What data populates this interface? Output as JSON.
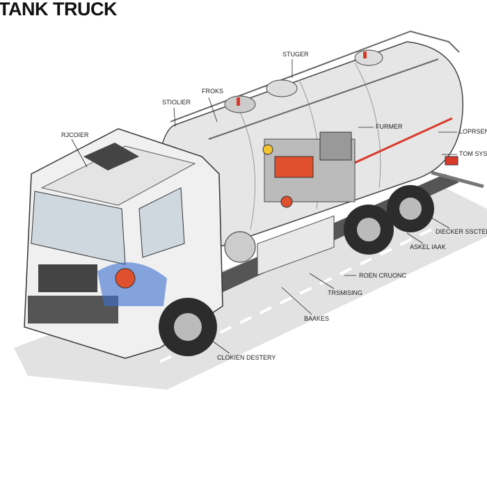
{
  "title": "TANK TRUCK",
  "colors": {
    "tank": "#e4e4e4",
    "cab": "#f0f0f0",
    "accent": "#d83a2a",
    "engine": "#e0502e",
    "dark": "#333333",
    "road": "#dcdcdc",
    "coolant": "#3c6fd0"
  },
  "labels": {
    "stuger": "STUGER",
    "froks": "FROKS",
    "stolier": "STIOLIER",
    "rucoier": "RJCOIER",
    "furmer": "FURMER",
    "loprsent": "LOPRSENT",
    "tom_sys": "TOM SYS",
    "diecker": "DIECKER SSCTEM",
    "askel": "ASKEL IAAK",
    "roen": "ROEN CRUONC",
    "trsmising": "TRSMISING",
    "baakes": "BAAKES",
    "clokien": "CLOKIEN DESTERY"
  }
}
